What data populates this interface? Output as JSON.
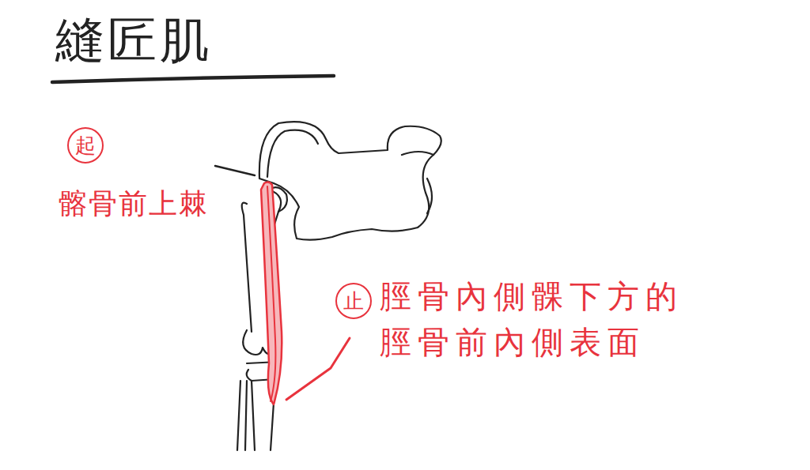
{
  "diagram": {
    "title": "縫匠肌",
    "nodes": [
      {
        "text": [
          "起"
        ]
      },
      {
        "text": [
          "止"
        ]
      }
    ],
    "labels": [
      "髂骨前上棘",
      "脛骨內側髁下方的 脛骨前內側表面"
    ]
  }
}
